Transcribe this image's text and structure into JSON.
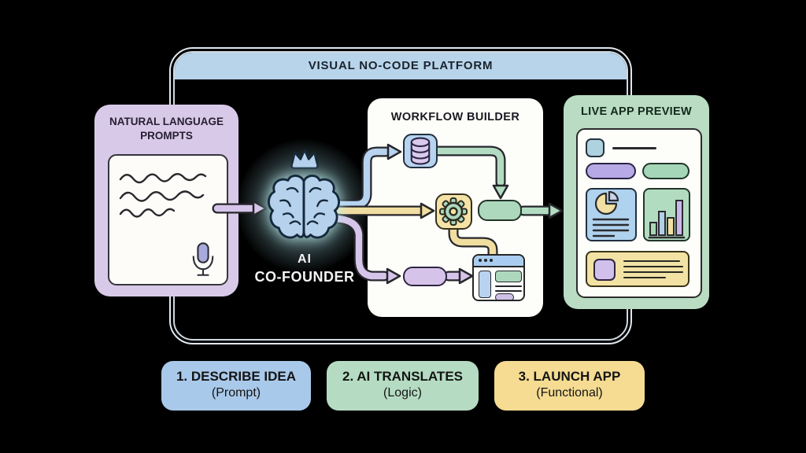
{
  "header": {
    "title": "VISUAL NO-CODE PLATFORM"
  },
  "prompts_panel": {
    "title": "NATURAL LANGUAGE PROMPTS"
  },
  "ai_hub": {
    "line1": "AI",
    "line2": "CO-FOUNDER"
  },
  "workflow_panel": {
    "title": "WORKFLOW BUILDER"
  },
  "preview_panel": {
    "title": "LIVE APP PREVIEW"
  },
  "steps": [
    {
      "title": "1. DESCRIBE IDEA",
      "subtitle": "(Prompt)",
      "color": "#a9c9ea"
    },
    {
      "title": "2. AI TRANSLATES",
      "subtitle": "(Logic)",
      "color": "#b5dcc2"
    },
    {
      "title": "3. LAUNCH APP",
      "subtitle": "(Functional)",
      "color": "#f5dc92"
    }
  ],
  "icons": {
    "microphone": "voice input microphone",
    "crown": "crown above AI brain",
    "brain": "AI brain with glow",
    "database": "database cylinder node",
    "gear": "logic gear node",
    "browser": "browser window UI node",
    "pie_chart": "pie chart widget",
    "bar_chart": "bar chart widget"
  },
  "connections": [
    {
      "from": "natural-language-prompts",
      "to": "ai-co-founder",
      "color": "purple"
    },
    {
      "from": "ai-co-founder",
      "to": "database-node",
      "color": "blue"
    },
    {
      "from": "ai-co-founder",
      "to": "gear-node",
      "color": "yellow"
    },
    {
      "from": "ai-co-founder",
      "to": "ui-pill-node",
      "color": "purple"
    },
    {
      "from": "database-node",
      "to": "output-pill-node",
      "color": "green"
    },
    {
      "from": "gear-node",
      "to": "browser-node",
      "color": "yellow"
    },
    {
      "from": "ui-pill-node",
      "to": "browser-node",
      "color": "purple"
    },
    {
      "from": "output-pill-node",
      "to": "live-app-preview",
      "color": "green"
    }
  ],
  "colors": {
    "background": "#000000",
    "container_border": "#dfe7ee",
    "header_blue": "#b8d4ea",
    "lavender": "#d9c9e9",
    "blue": "#b7d3f0",
    "green": "#b2dcc0",
    "yellow": "#f2e2a4",
    "purple": "#d6c3ea"
  }
}
